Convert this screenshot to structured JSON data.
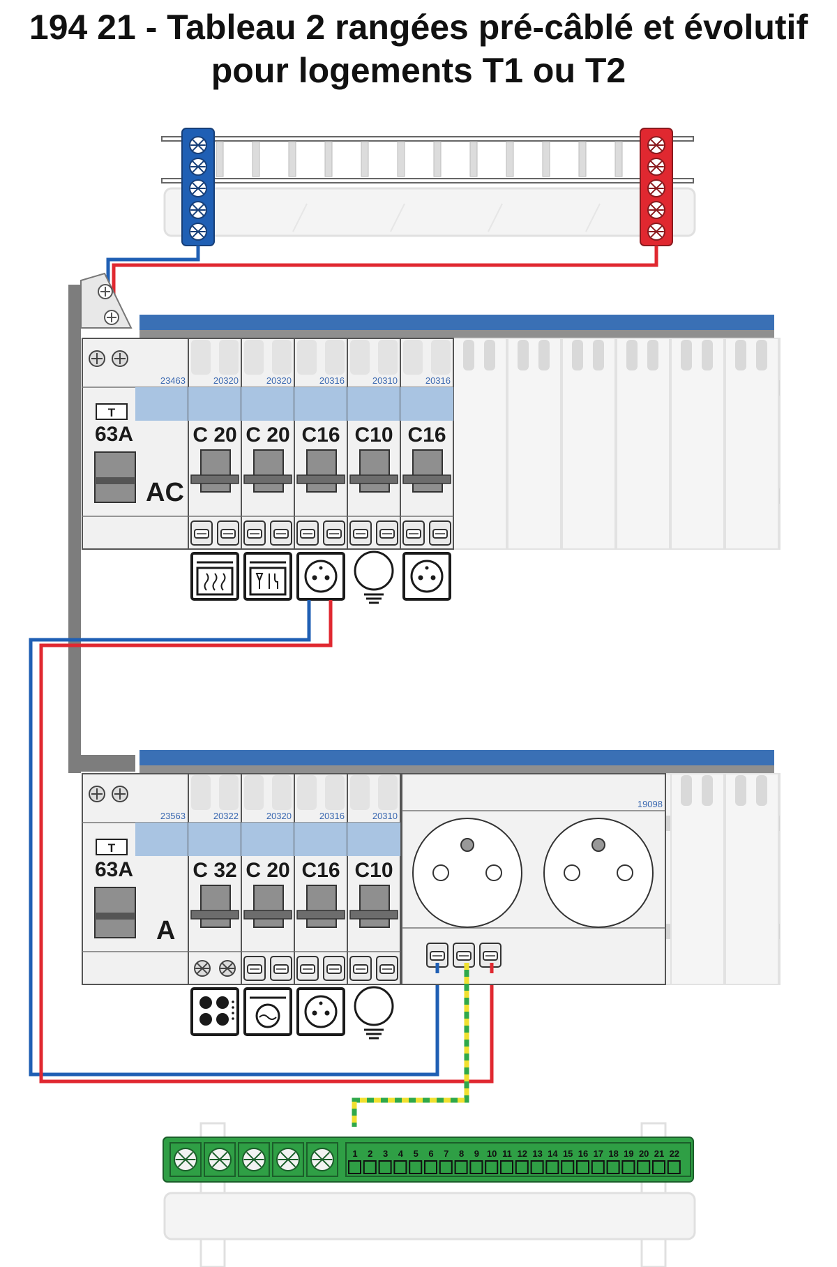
{
  "title": {
    "line1": "194 21 - Tableau 2 rangées pré-câblé et évolutif",
    "line2": "pour logements T1 ou T2"
  },
  "colors": {
    "neutral": "#1f5fb4",
    "phase": "#e02830",
    "earth_green": "#2fa84a",
    "earth_yellow": "#f0e030",
    "earth_bar": "#2f9f45",
    "bridge": "#7d7d7d",
    "rail_blue": "#3a70b5"
  },
  "row1": {
    "rcd": {
      "ref": "23463",
      "badge": "T",
      "amp": "63A",
      "type": "AC"
    },
    "breakers": [
      {
        "ref": "20320",
        "rating": "C 20",
        "load": "oven-icon"
      },
      {
        "ref": "20320",
        "rating": "C 20",
        "load": "dishwasher-icon"
      },
      {
        "ref": "20316",
        "rating": "C16",
        "load": "socket-icon"
      },
      {
        "ref": "20310",
        "rating": "C10",
        "load": "light-bulb-icon"
      },
      {
        "ref": "20316",
        "rating": "C16",
        "load": "socket-icon"
      }
    ]
  },
  "row2": {
    "rcd": {
      "ref": "23563",
      "badge": "T",
      "amp": "63A",
      "type": "A"
    },
    "breakers": [
      {
        "ref": "20322",
        "rating": "C 32",
        "load": "cooktop-icon"
      },
      {
        "ref": "20320",
        "rating": "C 20",
        "load": "washing-machine-icon"
      },
      {
        "ref": "20316",
        "rating": "C16",
        "load": "socket-icon"
      },
      {
        "ref": "20310",
        "rating": "C10",
        "load": "light-bulb-icon"
      }
    ],
    "socket_module": {
      "ref": "19098"
    }
  },
  "earth_bar": {
    "numbers": [
      "1",
      "2",
      "3",
      "4",
      "5",
      "6",
      "7",
      "8",
      "9",
      "10",
      "11",
      "12",
      "13",
      "14",
      "15",
      "16",
      "17",
      "18",
      "19",
      "20",
      "21",
      "22"
    ]
  }
}
